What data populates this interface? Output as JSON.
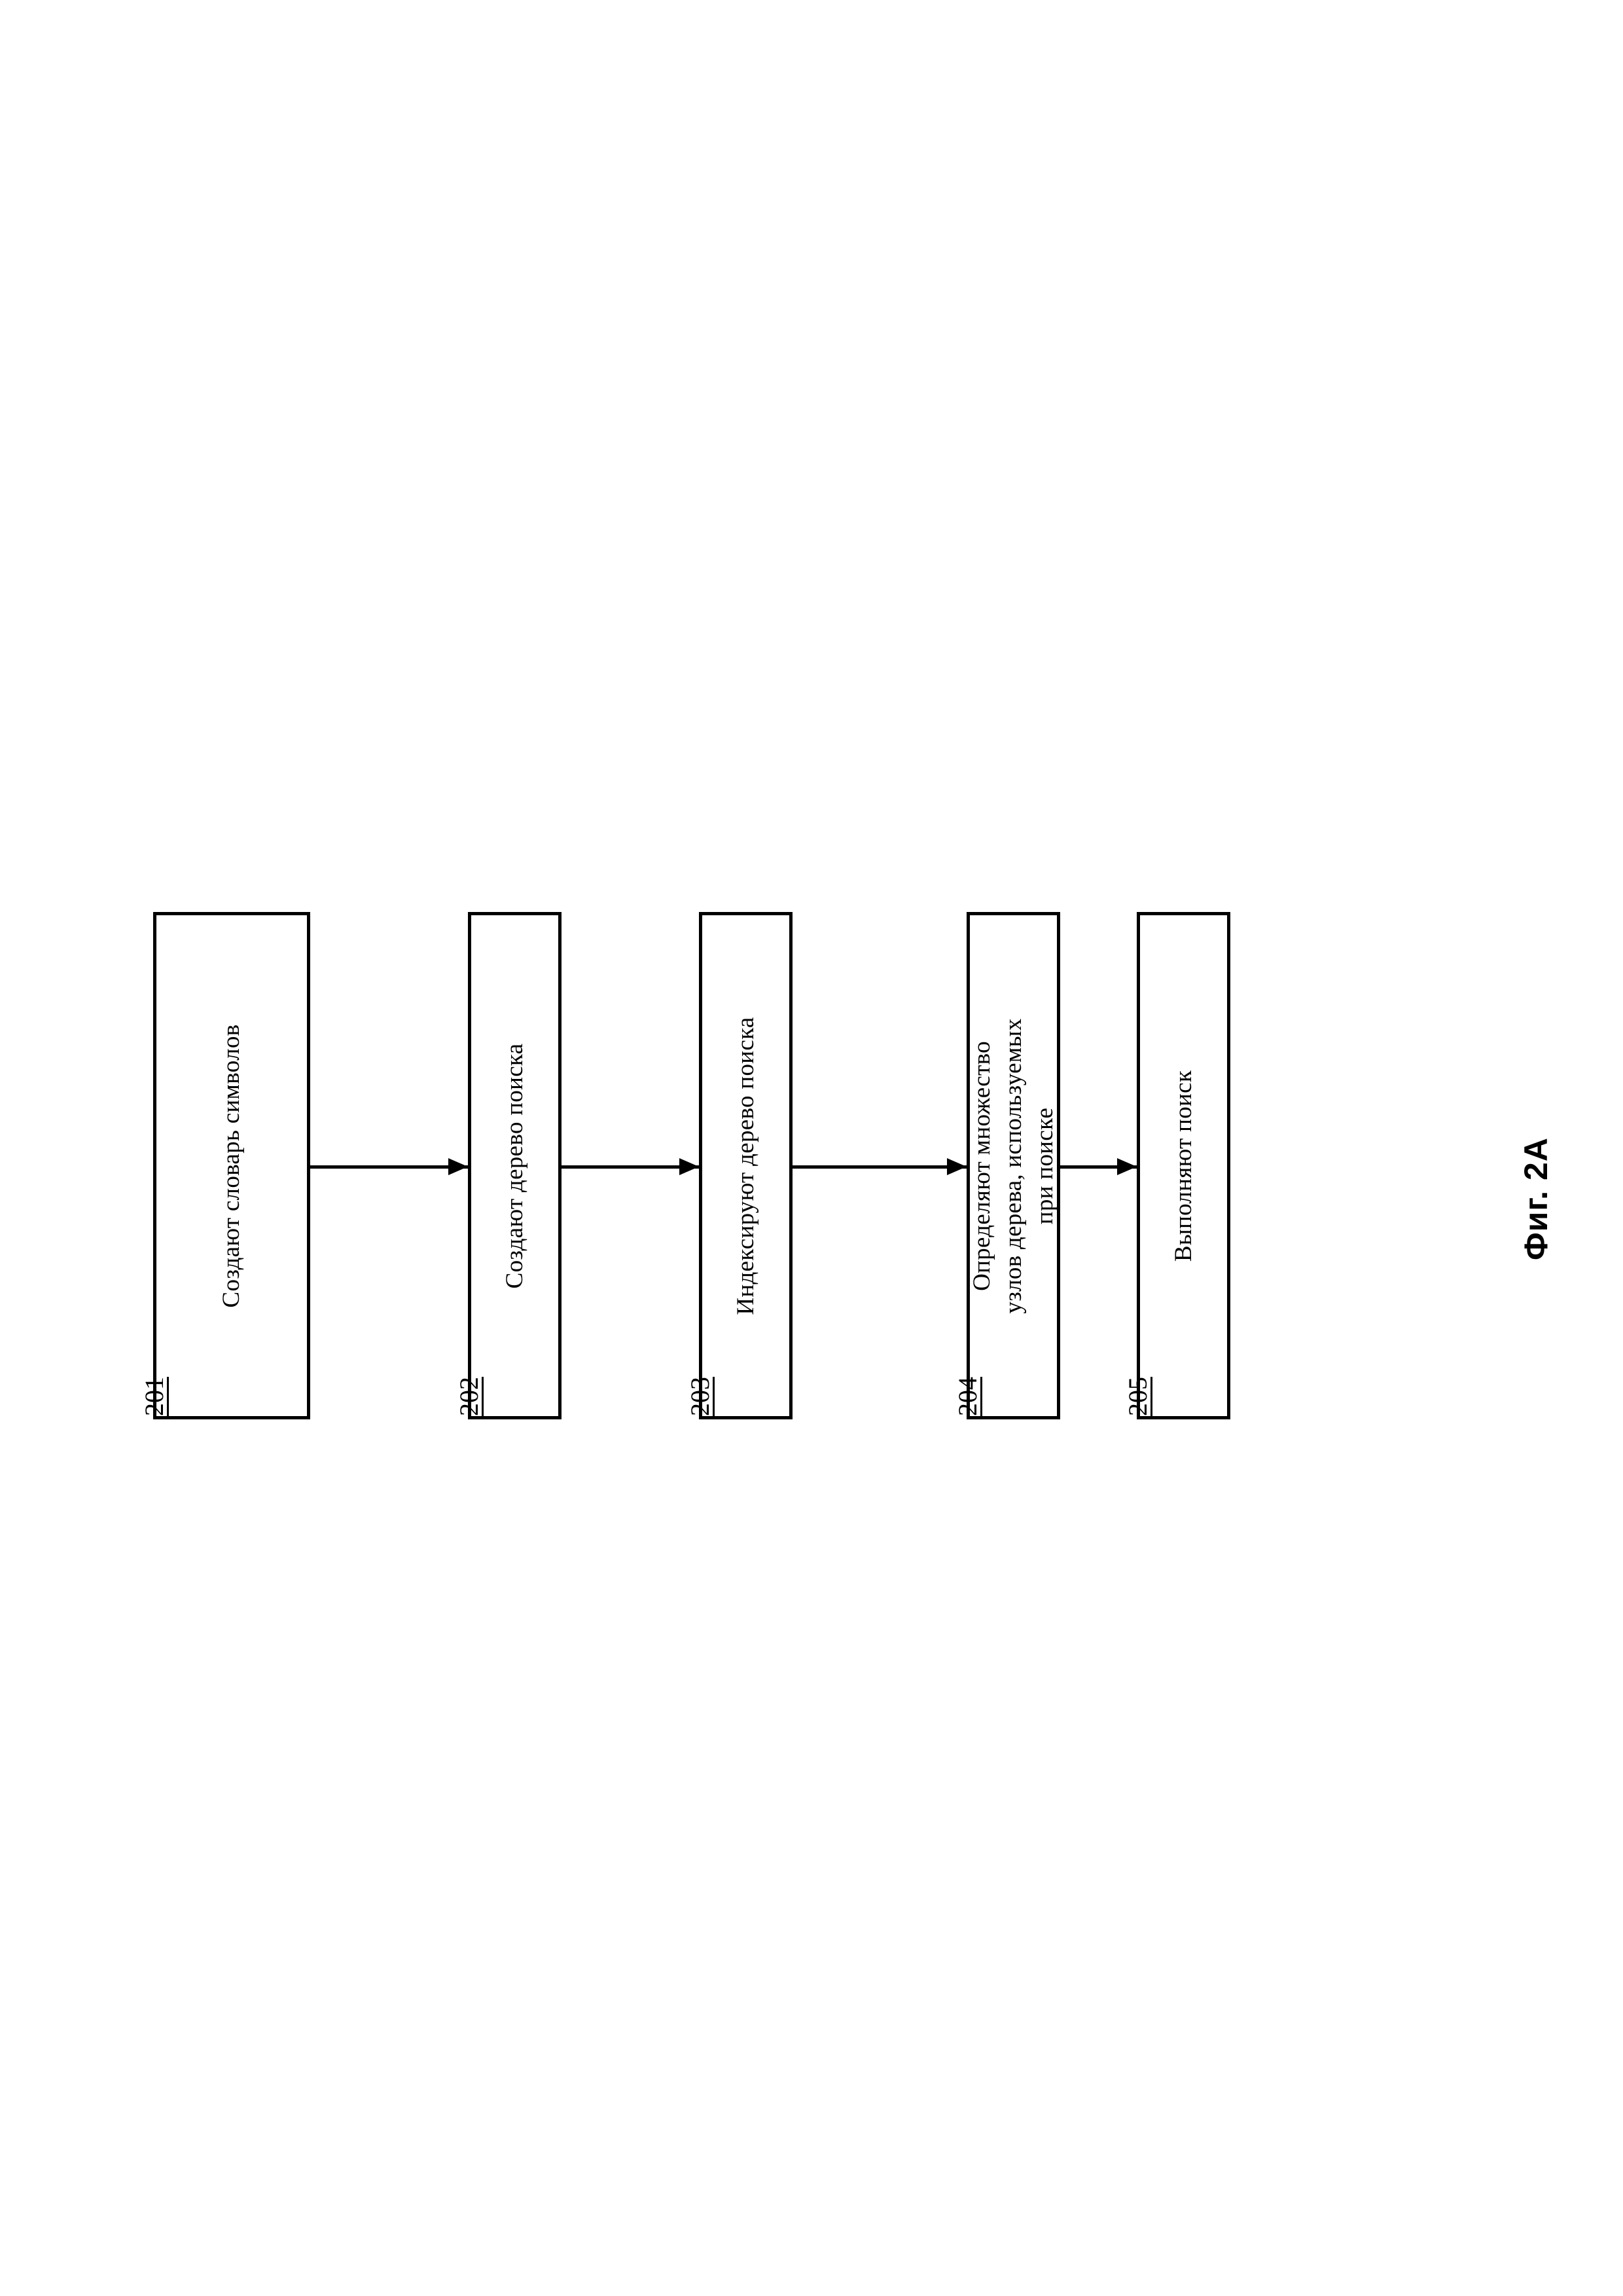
{
  "figure": {
    "caption": "Фиг. 2A",
    "orientation": "rotated-90-ccw",
    "background_color": "#ffffff",
    "line_color": "#000000",
    "steps": [
      {
        "ref": "201",
        "label": "Создают словарь символов"
      },
      {
        "ref": "202",
        "label": "Создают дерево поиска"
      },
      {
        "ref": "203",
        "label": "Индексируют дерево поиска"
      },
      {
        "ref": "204",
        "label": "Определяют множество узлов дерева, используемых при поиске",
        "lines": [
          "Определяют множество",
          "узлов дерева, используемых",
          "при поиске"
        ]
      },
      {
        "ref": "205",
        "label": "Выполняют поиск"
      }
    ],
    "connectors": [
      {
        "from": "201",
        "to": "202",
        "kind": "arrow"
      },
      {
        "from": "202",
        "to": "203",
        "kind": "arrow"
      },
      {
        "from": "203",
        "to": "204",
        "kind": "arrow"
      },
      {
        "from": "204",
        "to": "205",
        "kind": "arrow"
      }
    ]
  }
}
